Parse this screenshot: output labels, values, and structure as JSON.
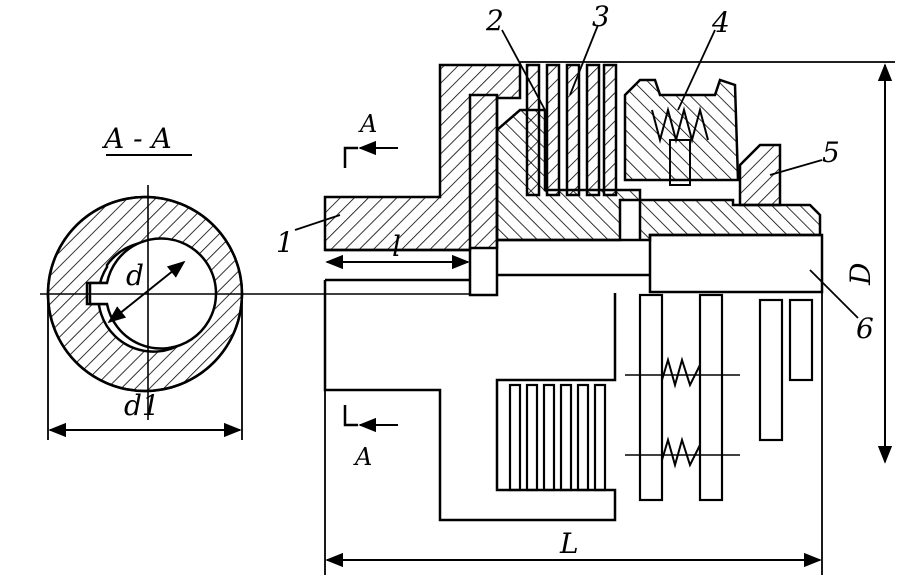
{
  "section_view": {
    "title": "A - A",
    "labels": {
      "d": "d",
      "d1": "d1"
    }
  },
  "main_view": {
    "callouts": [
      "1",
      "2",
      "3",
      "4",
      "5",
      "6"
    ],
    "section_marks": [
      "A",
      "A"
    ],
    "dimensions": {
      "l": "l",
      "L": "L",
      "D": "D"
    }
  },
  "colors": {
    "ink": "#000000",
    "paper": "#ffffff"
  }
}
